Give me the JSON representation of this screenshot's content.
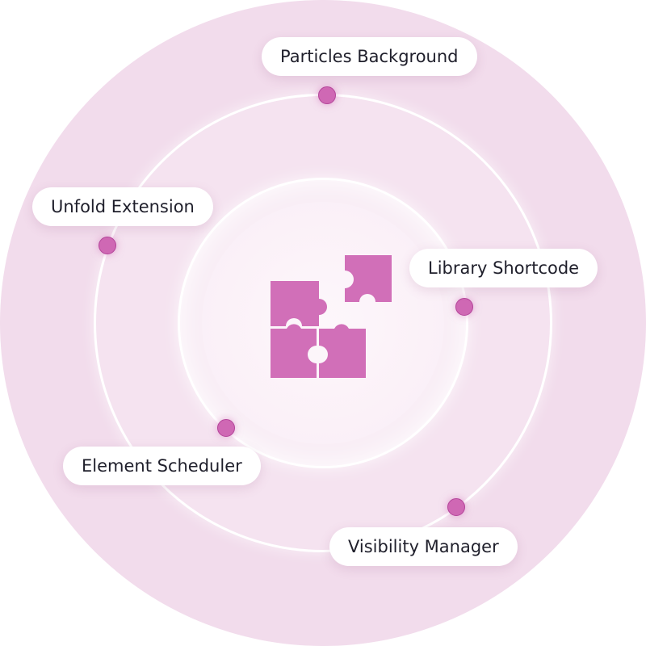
{
  "center": {
    "icon": "puzzle-pieces-icon",
    "color": "#d16fb8"
  },
  "colors": {
    "outer_ring": "#f2dcec",
    "middle_ring": "#f5e3f0",
    "inner_ring": "#f9eef6",
    "dot": "#cf68b4",
    "label_text": "#1f1f2b"
  },
  "features": [
    {
      "label": "Particles Background"
    },
    {
      "label": "Unfold Extension"
    },
    {
      "label": "Library Shortcode"
    },
    {
      "label": "Element Scheduler"
    },
    {
      "label": "Visibility Manager"
    }
  ]
}
